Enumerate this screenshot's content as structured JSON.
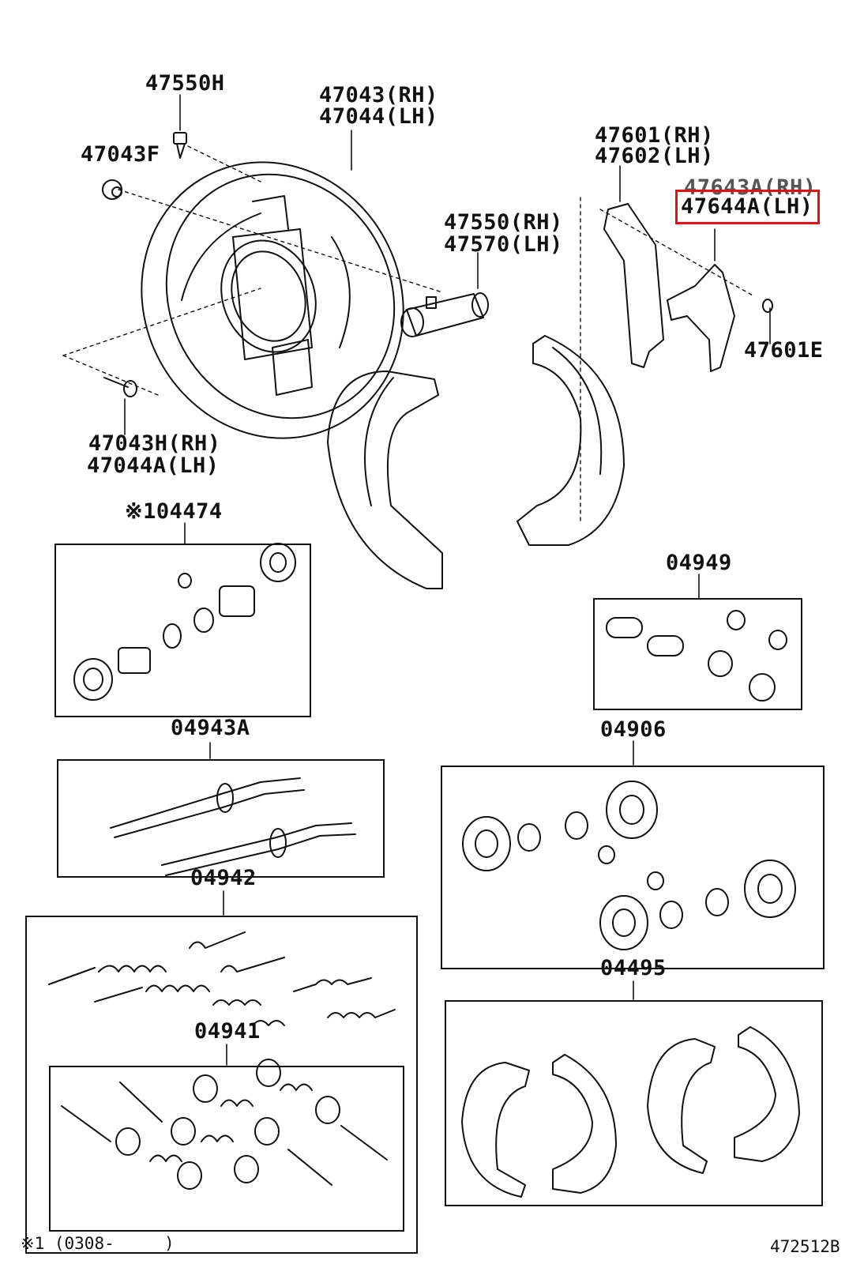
{
  "parts": {
    "p47550H": "47550H",
    "p47043F": "47043F",
    "p47043_rh": "47043(RH)",
    "p47044_lh": "47044(LH)",
    "p47601_rh": "47601(RH)",
    "p47602_lh": "47602(LH)",
    "p47643A_rh": "47643A(RH)",
    "p47644A_lh": "47644A(LH)",
    "p47550_rh": "47550(RH)",
    "p47570_lh": "47570(LH)",
    "p47601E": "47601E",
    "p47043H_rh": "47043H(RH)",
    "p47044A_lh": "47044A(LH)",
    "p04474": "※104474",
    "p04949": "04949",
    "p04943A": "04943A",
    "p04906": "04906",
    "p04942": "04942",
    "p04495": "04495",
    "p04941": "04941"
  },
  "footer": {
    "note": "※1 (0308-     )",
    "code": "472512B"
  },
  "highlight_color": "#e11111"
}
